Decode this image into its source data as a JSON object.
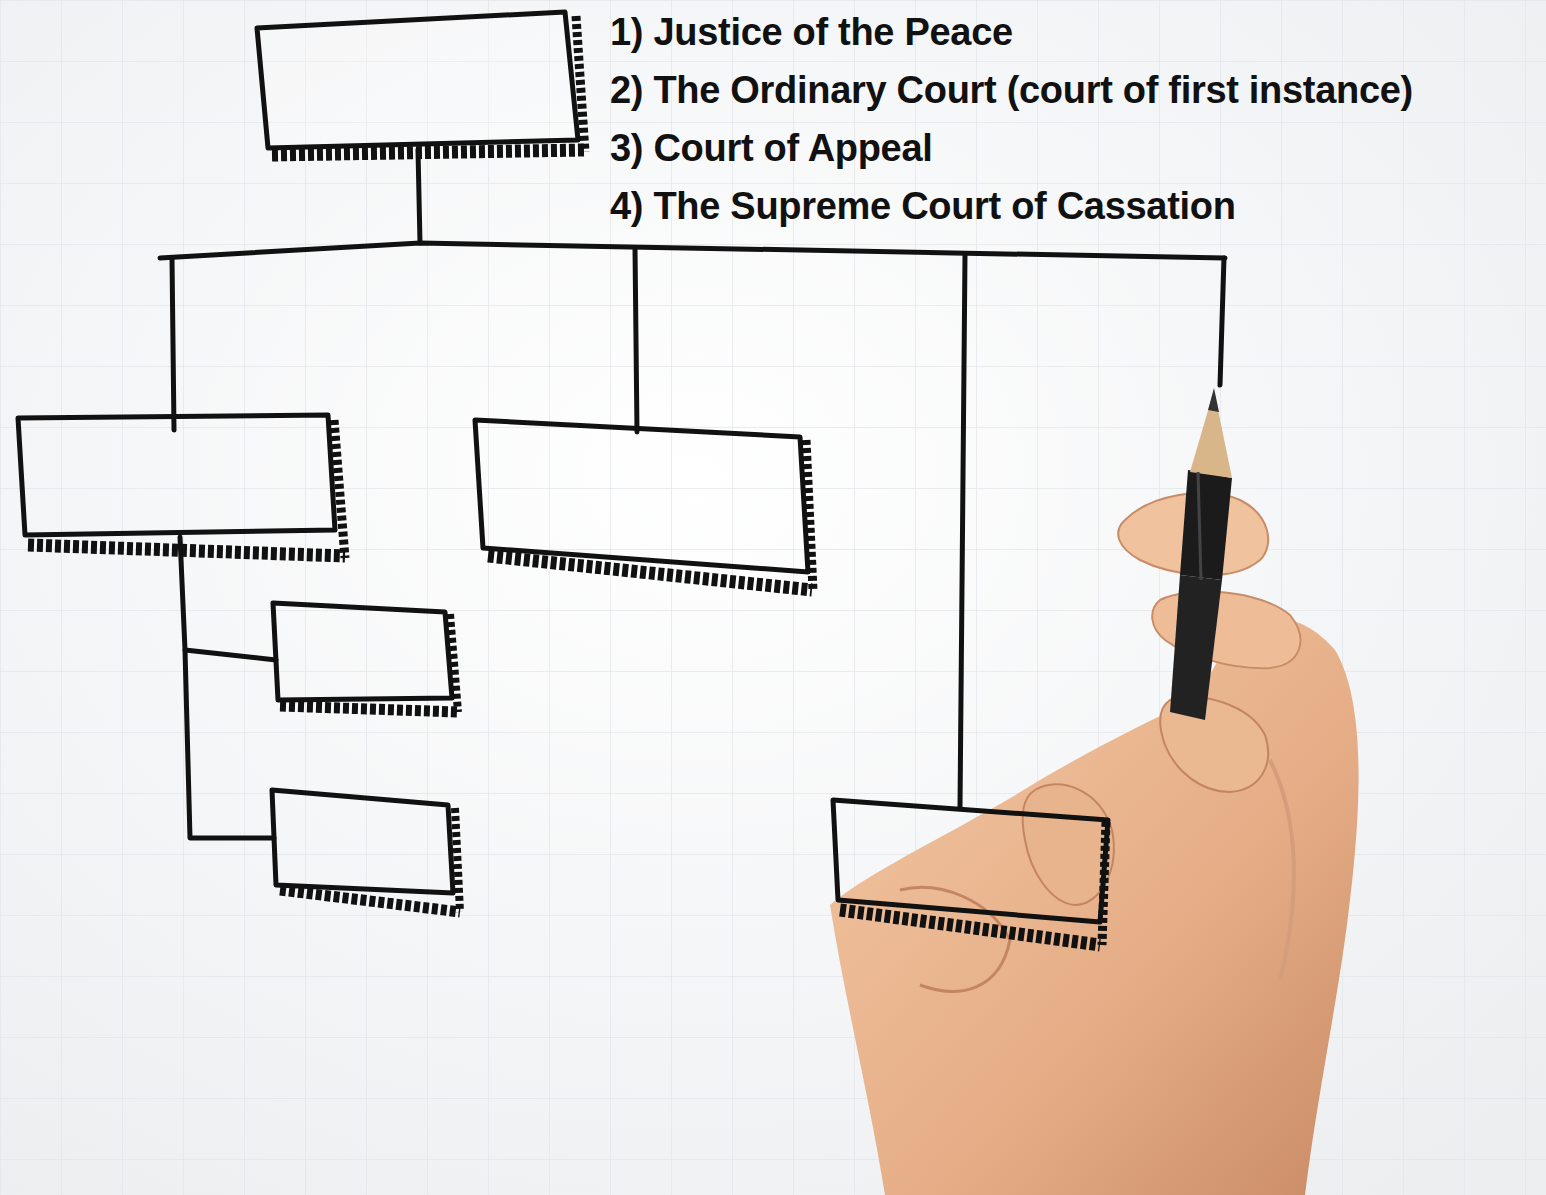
{
  "diagram": {
    "labels": [
      "1) Justice of the Peace",
      "2) The Ordinary Court (court of first instance)",
      "3) Court of Appeal",
      "4) The Supreme Court of Cassation"
    ]
  }
}
